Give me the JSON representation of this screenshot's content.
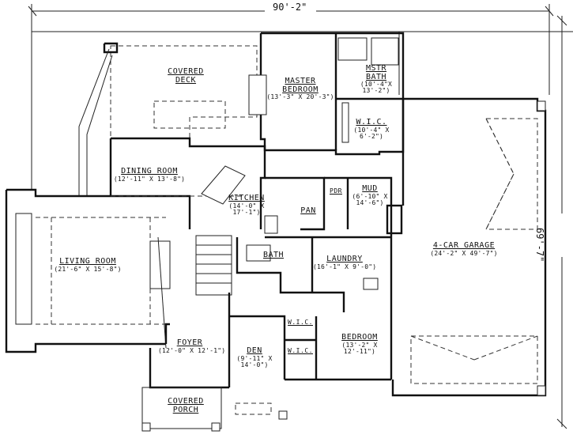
{
  "dimensions": {
    "overall_width": "90'-2\"",
    "overall_depth": "69'-7\""
  },
  "rooms": {
    "covered_deck": {
      "name": "COVERED\nDECK",
      "size": ""
    },
    "master_bedroom": {
      "name": "MASTER\nBEDROOM",
      "size": "(13'-3\" X 20'-3\")"
    },
    "master_bath": {
      "name": "MSTR\nBATH",
      "size": "(10'-4\"X\n13'-2\")"
    },
    "wic_master": {
      "name": "W.I.C.",
      "size": "(10'-4\" X\n6'-2\")"
    },
    "dining_room": {
      "name": "DINING ROOM",
      "size": "(12'-11\" X 13'-8\")"
    },
    "kitchen": {
      "name": "KITCHEN",
      "size": "(14'-0\" X\n17'-1\")"
    },
    "pan": {
      "name": "PAN",
      "size": ""
    },
    "pdr": {
      "name": "PDR",
      "size": ""
    },
    "mud": {
      "name": "MUD",
      "size": "(6'-10\" X\n14'-6\")"
    },
    "living_room": {
      "name": "LIVING ROOM",
      "size": "(21'-6\" X 15'-8\")"
    },
    "bath": {
      "name": "BATH",
      "size": ""
    },
    "laundry": {
      "name": "LAUNDRY",
      "size": "(16'-1\" X 9'-0\")"
    },
    "garage": {
      "name": "4-CAR GARAGE",
      "size": "(24'-2\" X 49'-7\")"
    },
    "wic_a": {
      "name": "W.I.C.",
      "size": ""
    },
    "wic_b": {
      "name": "W.I.C.",
      "size": ""
    },
    "bedroom": {
      "name": "BEDROOM",
      "size": "(13'-2\" X\n12'-11\")"
    },
    "foyer": {
      "name": "FOYER",
      "size": "(12'-0\" X 12'-1\")"
    },
    "den": {
      "name": "DEN",
      "size": "(9'-11\" X\n14'-0\")"
    },
    "covered_porch": {
      "name": "COVERED\nPORCH",
      "size": ""
    }
  }
}
